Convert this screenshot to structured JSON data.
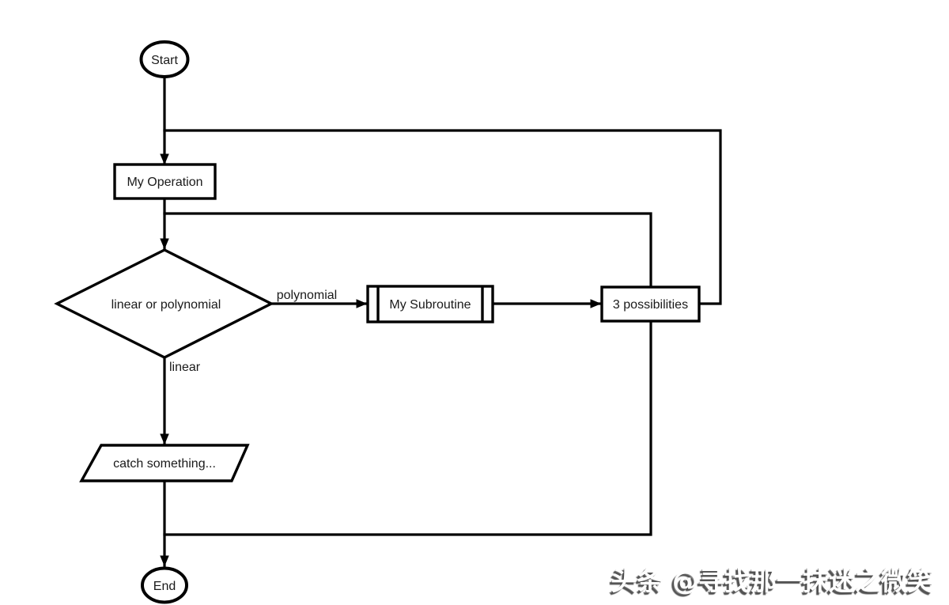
{
  "page": {
    "background_color": "#ffffff",
    "stroke_color": "#000000",
    "text_color": "#1a1a1a"
  },
  "diagram": {
    "nodes": {
      "start": {
        "label": "Start",
        "shape": "terminator"
      },
      "my_operation": {
        "label": "My Operation",
        "shape": "process"
      },
      "decision": {
        "label": "linear or polynomial",
        "shape": "decision"
      },
      "my_subroutine": {
        "label": "My Subroutine",
        "shape": "predefined-process"
      },
      "three_possibilities": {
        "label": "3 possibilities",
        "shape": "process"
      },
      "catch_something": {
        "label": "catch something...",
        "shape": "data-parallelogram"
      },
      "end": {
        "label": "End",
        "shape": "terminator"
      }
    },
    "edge_labels": {
      "polynomial": "polynomial",
      "linear": "linear"
    }
  },
  "watermark": {
    "text": "头条 @寻找那一抹迷之微笑",
    "color": "#ffffff",
    "shadow_color": "#444444"
  }
}
